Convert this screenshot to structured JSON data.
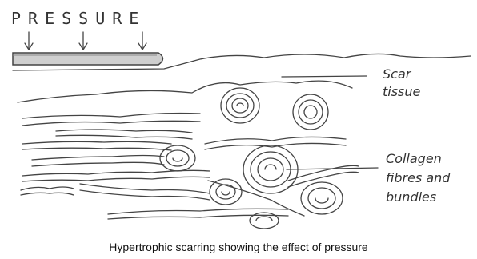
{
  "diagram": {
    "pressure_label": "PRESSURE",
    "labels": {
      "scar_line1": "Scar",
      "scar_line2": "tissue",
      "collagen_line1": "Collagen",
      "collagen_line2": "fibres and",
      "collagen_line3": "bundles"
    },
    "caption": "Hypertrophic scarring showing the effect of pressure"
  }
}
